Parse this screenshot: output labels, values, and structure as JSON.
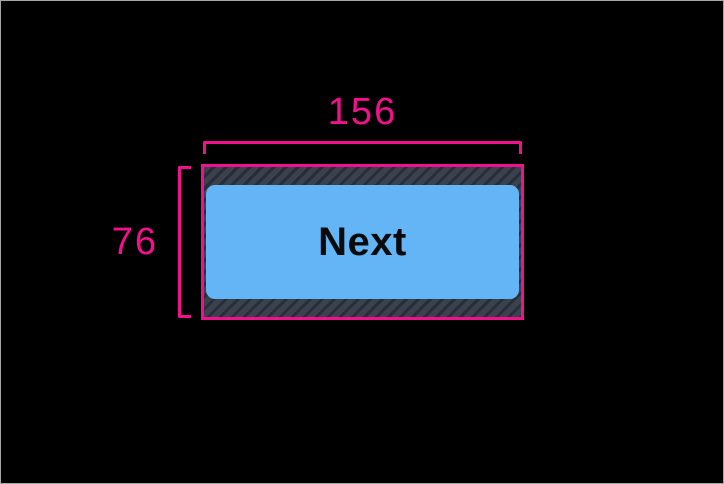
{
  "frame": {
    "background_color": "#000000",
    "border_color": "#a6a6a6"
  },
  "measurement_overlay": {
    "accent_color": "#f3108c",
    "width_label": "156",
    "height_label": "76",
    "padding_fill_color": "#3a434d",
    "padding_hatch_color": "#272e37"
  },
  "button": {
    "label": "Next",
    "fill_color": "#64b5f6",
    "text_color": "#0a0a0a"
  }
}
